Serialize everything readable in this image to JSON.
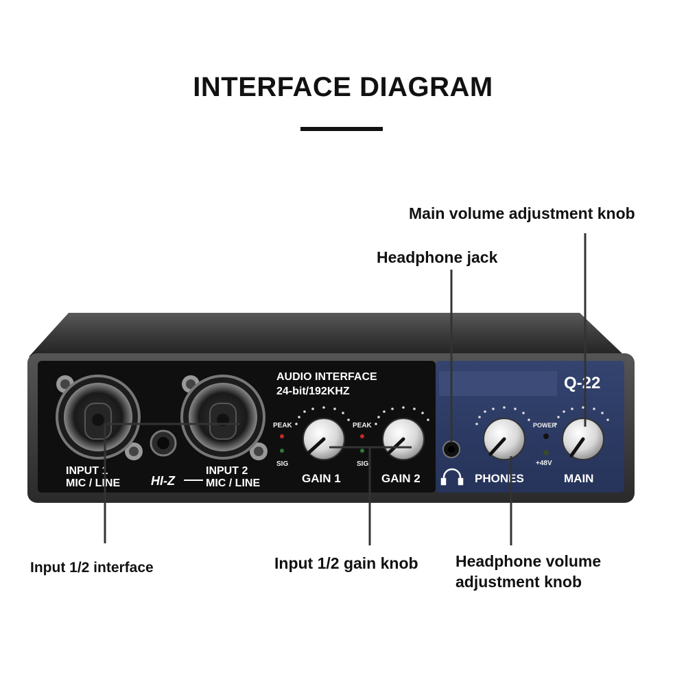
{
  "title": "INTERFACE DIAGRAM",
  "callouts": {
    "main_volume": "Main volume adjustment knob",
    "headphone_jack": "Headphone jack",
    "input_interface": "Input 1/2 interface",
    "gain_knob": "Input 1/2 gain knob",
    "headphone_volume_line1": "Headphone volume",
    "headphone_volume_line2": "adjustment knob"
  },
  "device": {
    "audio_interface": "AUDIO INTERFACE",
    "spec": "24-bit/192KHZ",
    "model": "Q-22",
    "input1_line1": "INPUT 1",
    "input1_line2": "MIC / LINE",
    "hiz": "HI-Z",
    "input2_line1": "INPUT 2",
    "input2_line2": "MIC / LINE",
    "peak": "PEAK",
    "sig": "SIG",
    "gain1": "GAIN 1",
    "gain2": "GAIN 2",
    "phones": "PHONES",
    "main": "MAIN",
    "power": "POWER",
    "phantom": "+48V"
  },
  "colors": {
    "body": "#1a1a1a",
    "right_panel": "#2b3a66",
    "peak_led": "#c62828",
    "sig_led": "#2e7d32"
  }
}
